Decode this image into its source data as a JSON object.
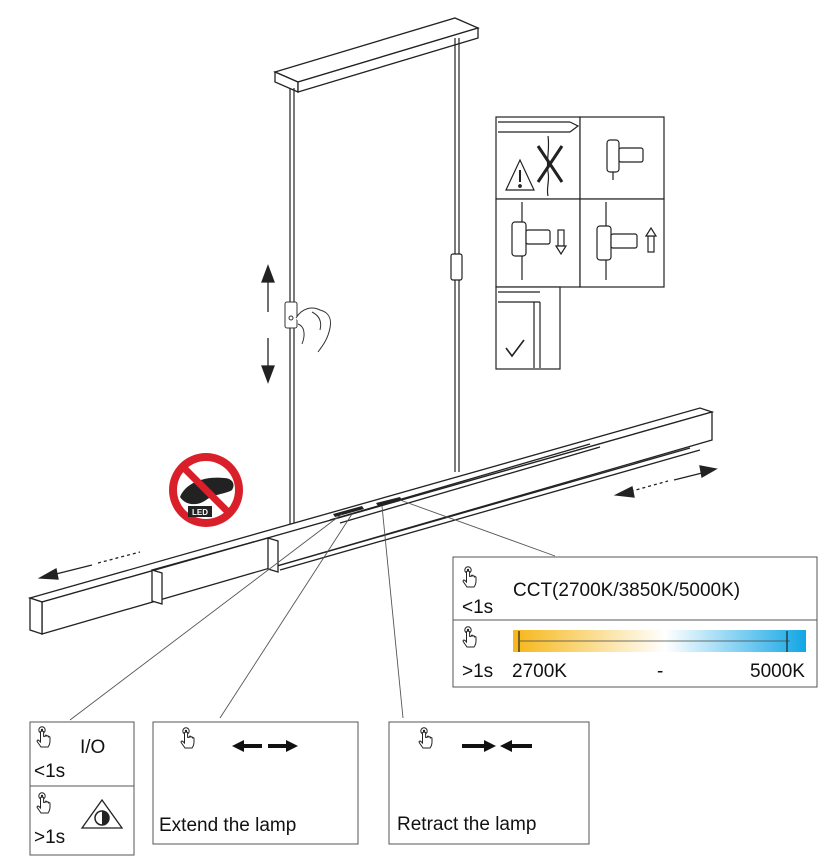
{
  "cct_panel": {
    "short_press": "<1s",
    "cct_label": "CCT(2700K/3850K/5000K)",
    "long_press": ">1s",
    "range_min": "2700K",
    "range_sep": "-",
    "range_max": "5000K",
    "colors": {
      "warm": "#f6b717",
      "mid": "#ffffff",
      "cool": "#12a6e6"
    }
  },
  "power_panel": {
    "short_press": "<1s",
    "onoff_label": "I/O",
    "long_press": ">1s"
  },
  "extend_panel": {
    "label": "Extend the lamp"
  },
  "retract_panel": {
    "label": "Retract the lamp"
  },
  "warning": {
    "badge": "LED",
    "badge_color": "#d9202a"
  }
}
